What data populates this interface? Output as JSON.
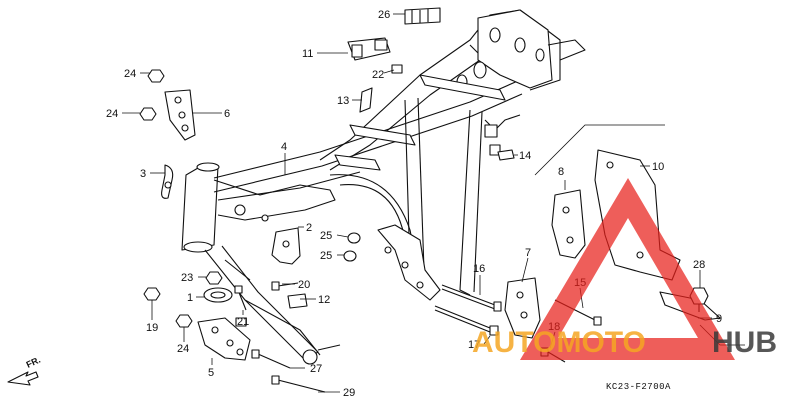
{
  "diagram": {
    "callouts": [
      "1",
      "2",
      "3",
      "4",
      "5",
      "6",
      "7",
      "8",
      "9",
      "10",
      "11",
      "12",
      "13",
      "14",
      "15",
      "16",
      "17",
      "18",
      "19",
      "20",
      "21",
      "22",
      "23",
      "24",
      "24",
      "24",
      "25",
      "25",
      "26",
      "27",
      "28",
      "29"
    ],
    "direction_label": "FR.",
    "diagram_code": "KC23-F2700A"
  },
  "watermark": {
    "text_part1": "AUTOMOTO",
    "text_part2": "HUB",
    "color_primary": "#f5a623",
    "color_secondary": "#3a3a3a",
    "triangle_color": "#e8201a"
  }
}
